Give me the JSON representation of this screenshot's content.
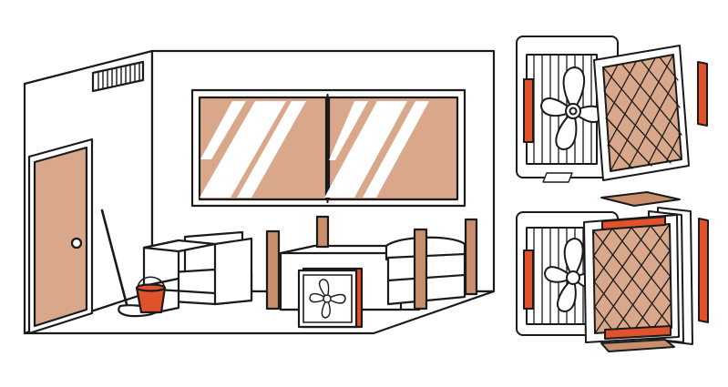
{
  "colors": {
    "outline": "#1a1a1a",
    "tan": "#d9a78a",
    "orange": "#e0522b",
    "wood": "#c98f6c",
    "white": "#ffffff",
    "grey": "#e6e6e6"
  },
  "icons": [
    "room-scene",
    "box-fan",
    "air-filter",
    "mop-and-bucket",
    "armchair",
    "bed",
    "window",
    "door",
    "air-vent"
  ]
}
